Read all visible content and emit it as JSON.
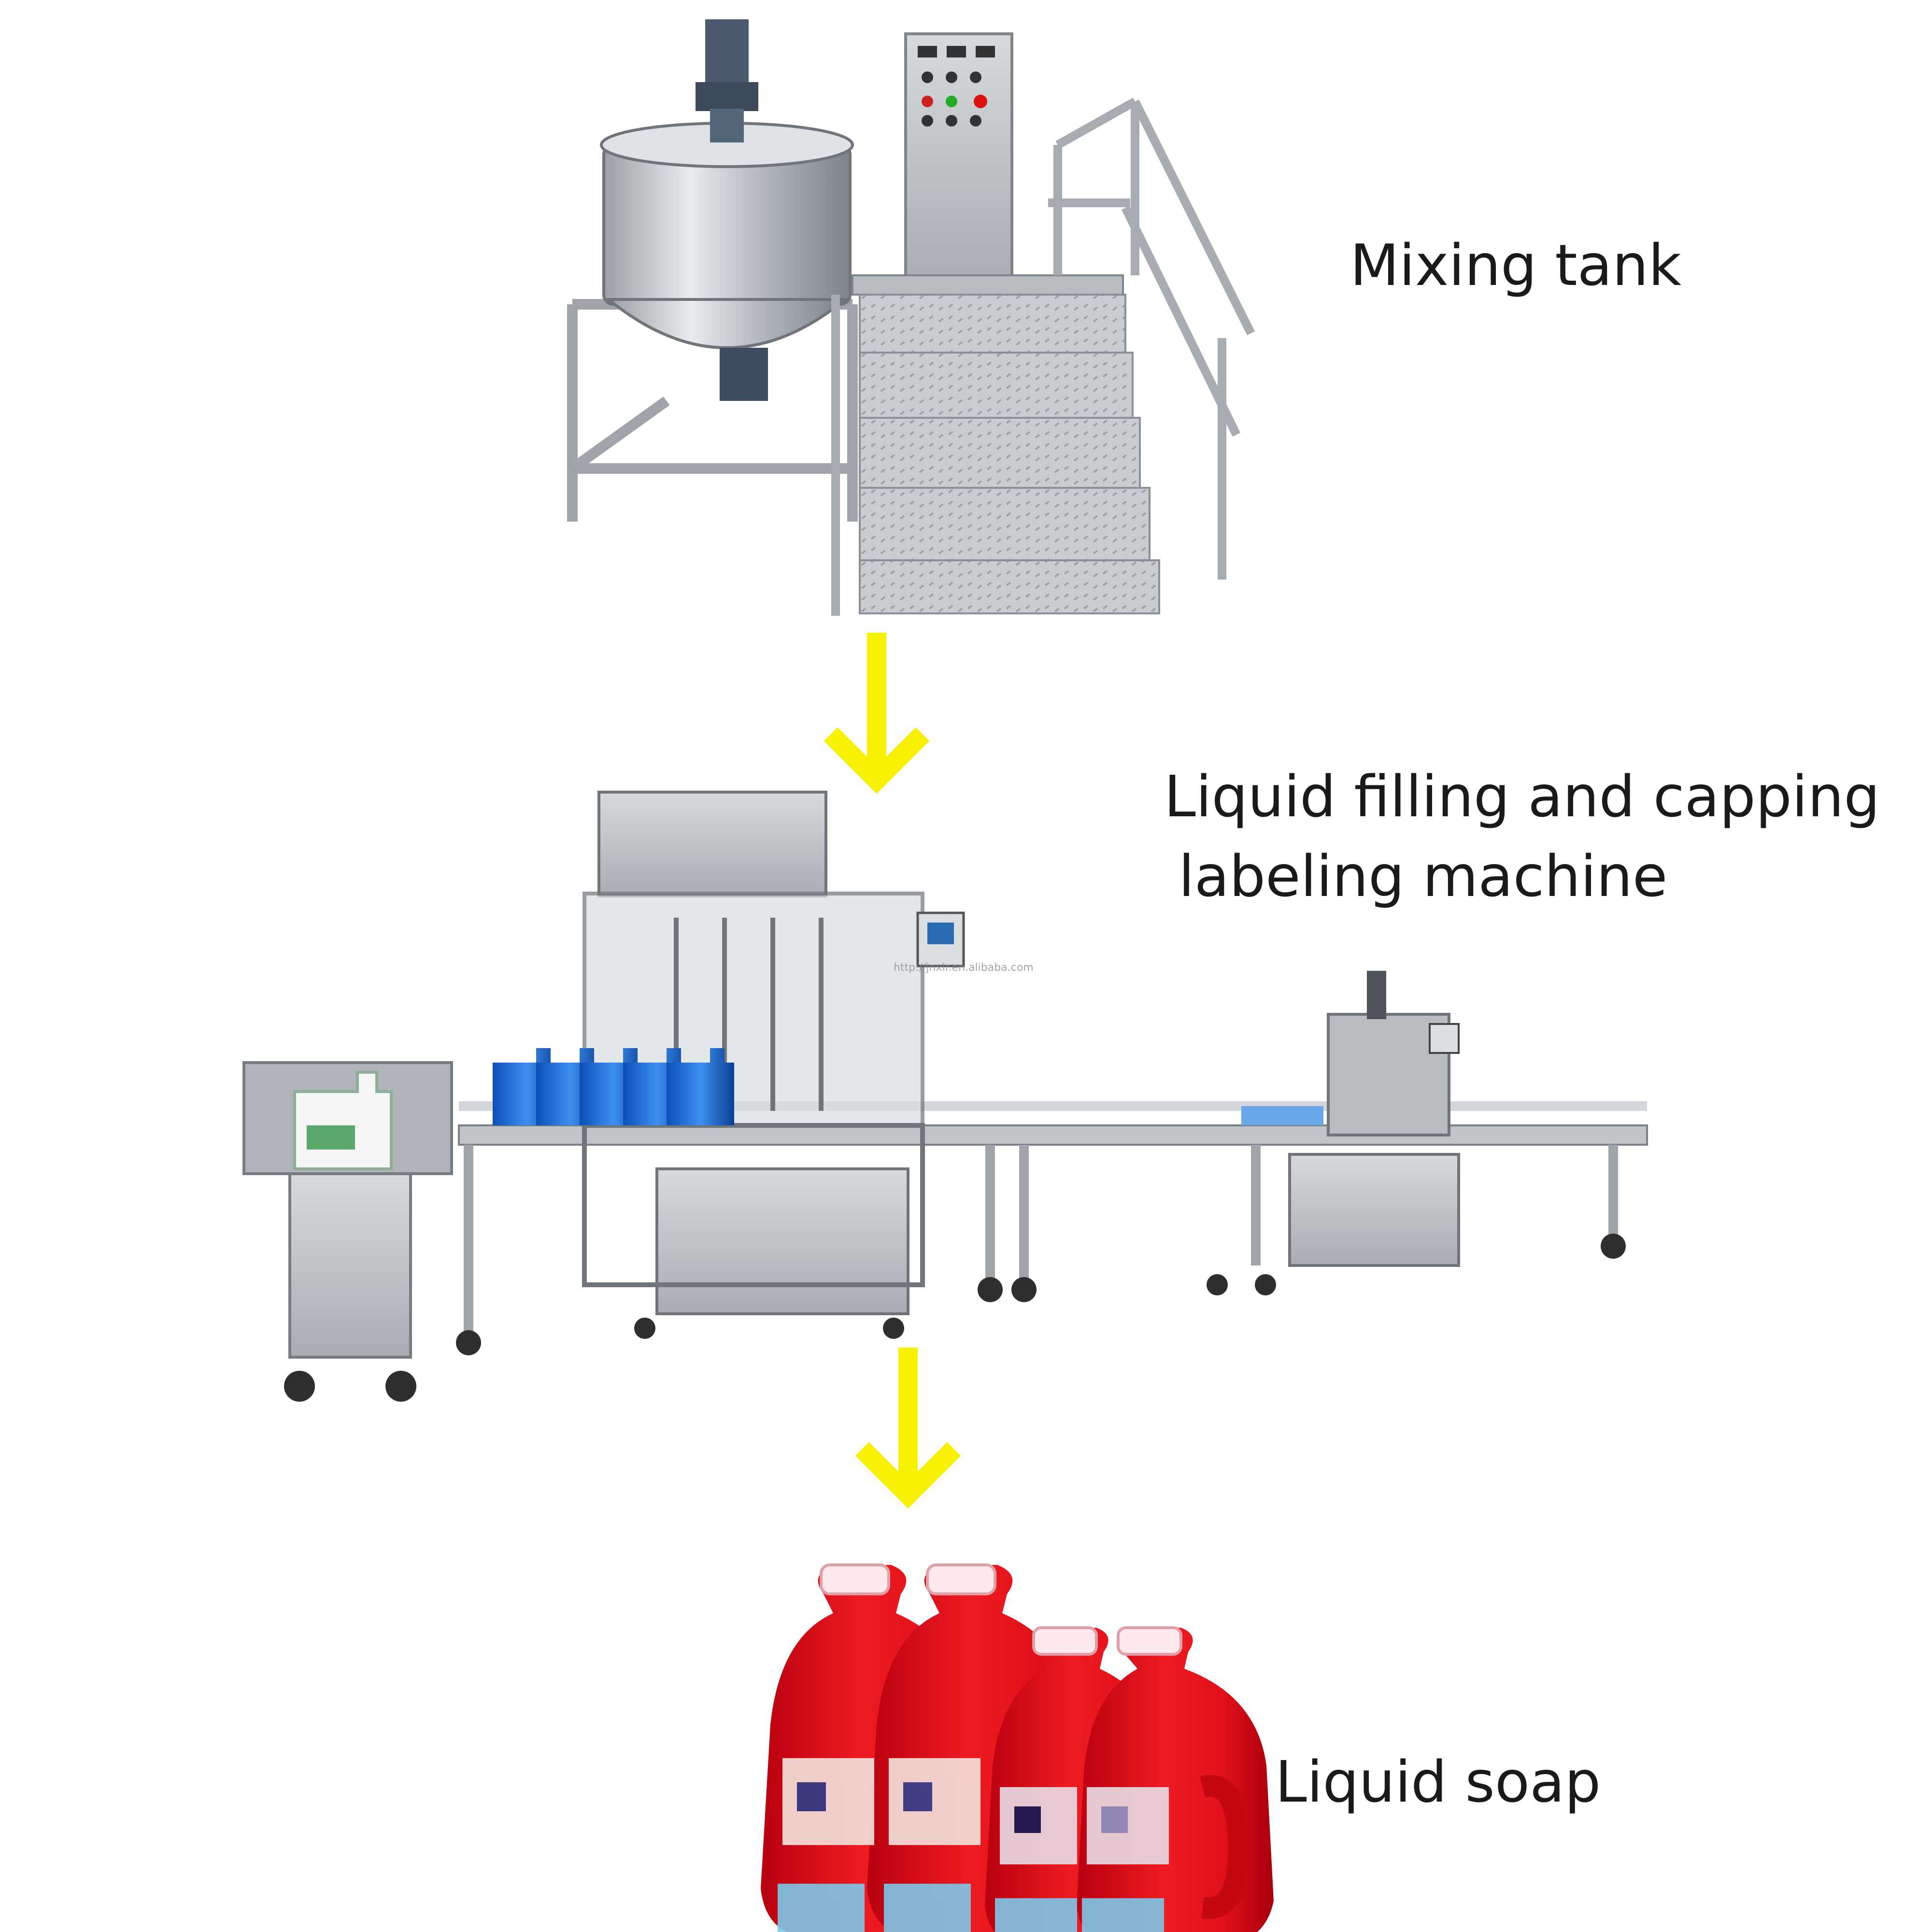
{
  "diagram": {
    "steps": [
      {
        "label": "Mixing tank"
      },
      {
        "label_line1": "Liquid filling and capping",
        "label_line2": "labeling machine"
      },
      {
        "label": "Liquid soap"
      }
    ],
    "arrow_color": "#f7f000",
    "watermark": "http://jnxlr.en.alibaba.com"
  }
}
